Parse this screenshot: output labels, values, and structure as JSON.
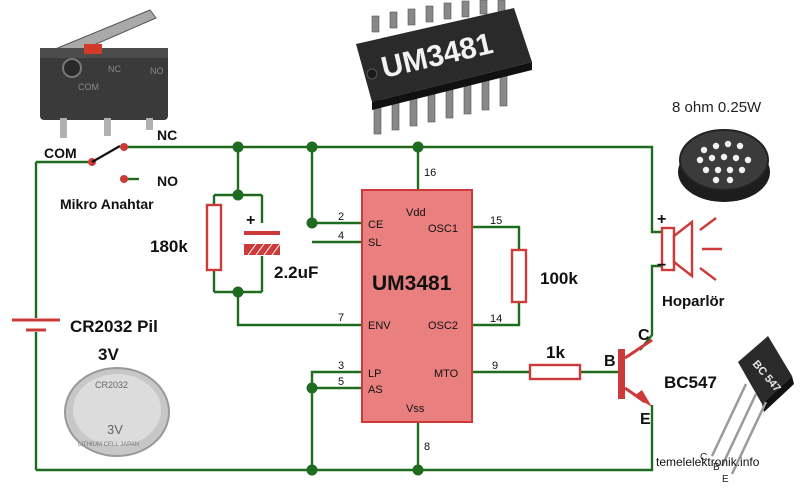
{
  "switch": {
    "com": "COM",
    "nc": "NC",
    "no": "NO",
    "name": "Mikro Anahtar",
    "photo_labels": {
      "nc": "NC",
      "com": "COM",
      "no": "NO"
    }
  },
  "battery": {
    "name": "CR2032 Pil",
    "voltage": "3V",
    "coin_text": "CR2032",
    "coin_voltage": "3V",
    "coin_rim": "LITHIUM CELL JAPAN"
  },
  "resistors": {
    "r1": "180k",
    "r2": "100k",
    "r3": "1k"
  },
  "capacitor": {
    "value": "2.2uF",
    "plus": "+"
  },
  "chip": {
    "name": "UM3481",
    "photo_label": "UM3481",
    "pins": {
      "vdd": "Vdd",
      "vss": "Vss",
      "ce": "CE",
      "sl": "SL",
      "env": "ENV",
      "lp": "LP",
      "as": "AS",
      "osc1": "OSC1",
      "osc2": "OSC2",
      "mto": "MTO"
    },
    "pin_numbers": {
      "vdd": "16",
      "ce": "2",
      "sl": "4",
      "env": "7",
      "lp": "3",
      "as": "5",
      "osc1": "15",
      "osc2": "14",
      "mto": "9",
      "vss": "8"
    }
  },
  "speaker": {
    "name": "Hoparlör",
    "spec": "8 ohm 0.25W",
    "plus": "+",
    "minus": "−"
  },
  "transistor": {
    "name": "BC547",
    "b": "B",
    "c": "C",
    "e": "E",
    "photo_label": "BC 547",
    "legs": {
      "c": "C",
      "b": "B",
      "e": "E"
    }
  },
  "watermark": "temelelektronik.info",
  "colors": {
    "wire": "#1f6b1f",
    "component": "#cd3a3a",
    "chip_fill": "#ea7f7f",
    "node": "#1f6b1f"
  }
}
